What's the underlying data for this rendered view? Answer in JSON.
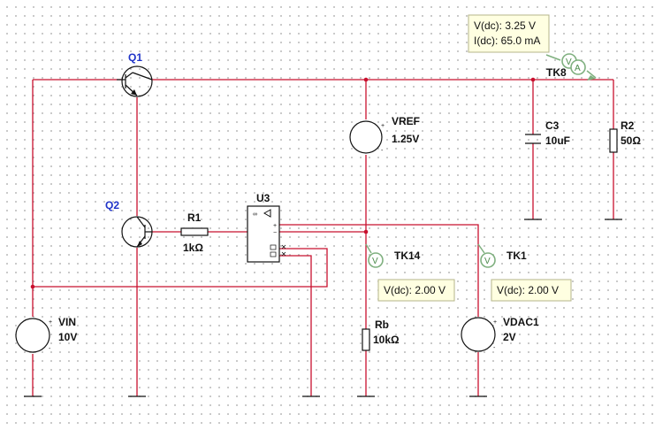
{
  "components": {
    "q1": {
      "designator": "Q1"
    },
    "q2": {
      "designator": "Q2"
    },
    "r1": {
      "designator": "R1",
      "value": "1kΩ"
    },
    "u3": {
      "designator": "U3",
      "symbol": "∞",
      "pin_plus": "+",
      "pin_minus": "−"
    },
    "vref": {
      "designator": "VREF",
      "value": "1.25V"
    },
    "c3": {
      "designator": "C3",
      "value": "10uF"
    },
    "r2": {
      "designator": "R2",
      "value": "50Ω"
    },
    "rb": {
      "designator": "Rb",
      "value": "10kΩ"
    },
    "vin": {
      "designator": "VIN",
      "value": "10V"
    },
    "vdac1": {
      "designator": "VDAC1",
      "value": "2V"
    }
  },
  "probes": {
    "tk8": {
      "name": "TK8",
      "glyph_v": "V",
      "glyph_a": "A",
      "readings": [
        "V(dc): 3.25 V",
        "I(dc): 65.0 mA"
      ]
    },
    "tk14": {
      "name": "TK14",
      "glyph_v": "V",
      "readings": [
        "V(dc): 2.00 V"
      ]
    },
    "tk1": {
      "name": "TK1",
      "glyph_v": "V",
      "readings": [
        "V(dc): 2.00 V"
      ]
    }
  },
  "source_marks": {
    "plus": "+",
    "minus": "-"
  },
  "colors": {
    "wire": "#c8102e",
    "designator": "#1f33c8",
    "probe": "#7fb07f",
    "probe_box": "#ffffe1"
  }
}
